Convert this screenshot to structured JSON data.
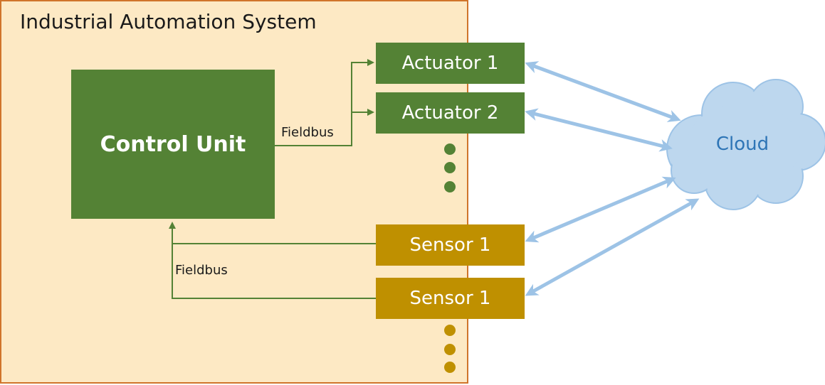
{
  "system": {
    "title": "Industrial Automation System"
  },
  "control_unit": {
    "label": "Control Unit"
  },
  "actuators": [
    {
      "label": "Actuator 1"
    },
    {
      "label": "Actuator 2"
    }
  ],
  "sensors": [
    {
      "label": "Sensor 1"
    },
    {
      "label": "Sensor 1"
    }
  ],
  "bus_labels": {
    "top": "Fieldbus",
    "bottom": "Fieldbus"
  },
  "cloud": {
    "label": "Cloud"
  },
  "colors": {
    "system_fill": "#fde9c4",
    "system_border": "#d0742a",
    "actuator_green": "#548235",
    "sensor_gold": "#bf9000",
    "cloud_fill": "#bdd7ee",
    "cloud_stroke": "#9dc3e6",
    "arrow_blue": "#9dc3e6"
  }
}
